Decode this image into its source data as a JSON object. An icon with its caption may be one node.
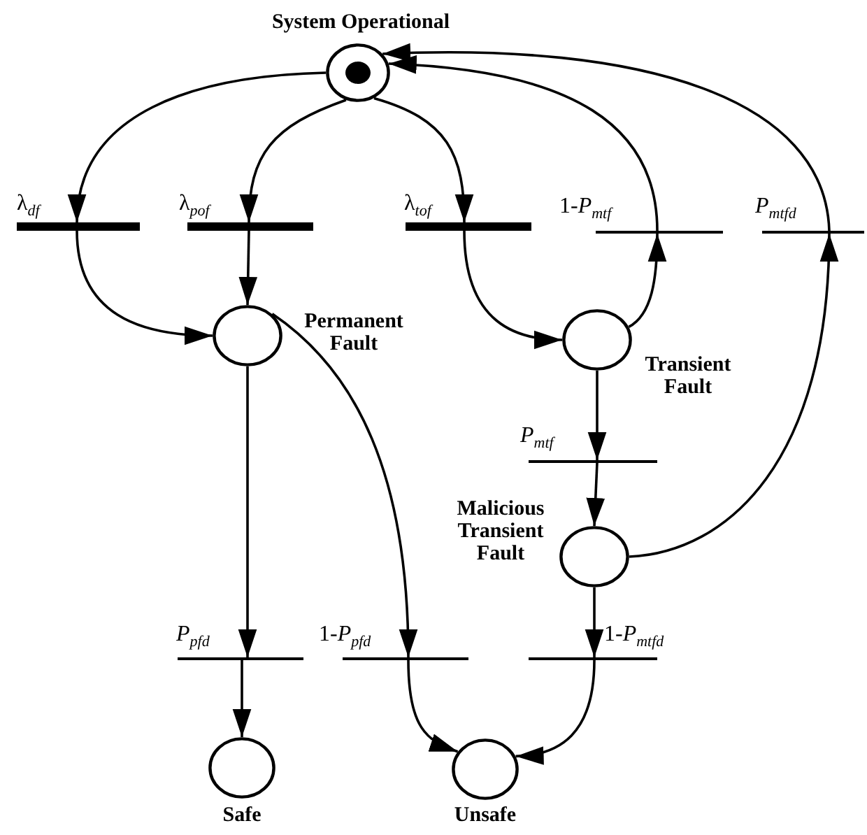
{
  "diagram": {
    "nodes": [
      {
        "text": [
          "System Operational"
        ]
      },
      {
        "text": [
          "λ$_{df}$"
        ]
      },
      {
        "text": [
          "λ$_{pof}$"
        ]
      },
      {
        "text": [
          "λ$_{tof}$"
        ]
      },
      {
        "text": [
          "1-*P*$_{mtf}$"
        ]
      },
      {
        "text": [
          "*P*$_{mtfd}$"
        ]
      },
      {
        "text": [
          "Permanent Fault"
        ]
      },
      {
        "text": [
          "Transient Fault"
        ]
      },
      {
        "text": [
          "*P*$_{mtf}$"
        ]
      },
      {
        "text": [
          "Malicious Transient Fault"
        ]
      },
      {
        "text": [
          "*P*$_{pfd}$"
        ]
      },
      {
        "text": [
          "1-*P*$_{pfd}$"
        ]
      },
      {
        "text": [
          "1-*P*$_{mtfd}$"
        ]
      },
      {
        "text": [
          "Safe"
        ]
      },
      {
        "text": [
          "Unsafe"
        ]
      }
    ],
    "edges": [
      {
        "from": 0,
        "to": 1,
        "arrow": "to"
      },
      {
        "from": 0,
        "to": 2,
        "arrow": "to"
      },
      {
        "from": 0,
        "to": 3,
        "arrow": "to"
      },
      {
        "from": 4,
        "to": 0,
        "arrow": "to"
      },
      {
        "from": 5,
        "to": 0,
        "arrow": "to"
      },
      {
        "from": 1,
        "to": 6,
        "arrow": "to"
      },
      {
        "from": 2,
        "to": 6,
        "arrow": "to"
      },
      {
        "from": 3,
        "to": 7,
        "arrow": "to"
      },
      {
        "from": 7,
        "to": 4,
        "arrow": "to"
      },
      {
        "from": 7,
        "to": 8,
        "arrow": "to"
      },
      {
        "from": 8,
        "to": 9,
        "arrow": "to"
      },
      {
        "from": 9,
        "to": 5,
        "arrow": "to"
      },
      {
        "from": 9,
        "to": 12,
        "arrow": "to"
      },
      {
        "from": 6,
        "to": 10,
        "arrow": "to"
      },
      {
        "from": 6,
        "to": 11,
        "arrow": "to"
      },
      {
        "from": 10,
        "to": 13,
        "arrow": "to"
      },
      {
        "from": 11,
        "to": 14,
        "arrow": "to"
      },
      {
        "from": 12,
        "to": 14,
        "arrow": "to"
      }
    ]
  }
}
